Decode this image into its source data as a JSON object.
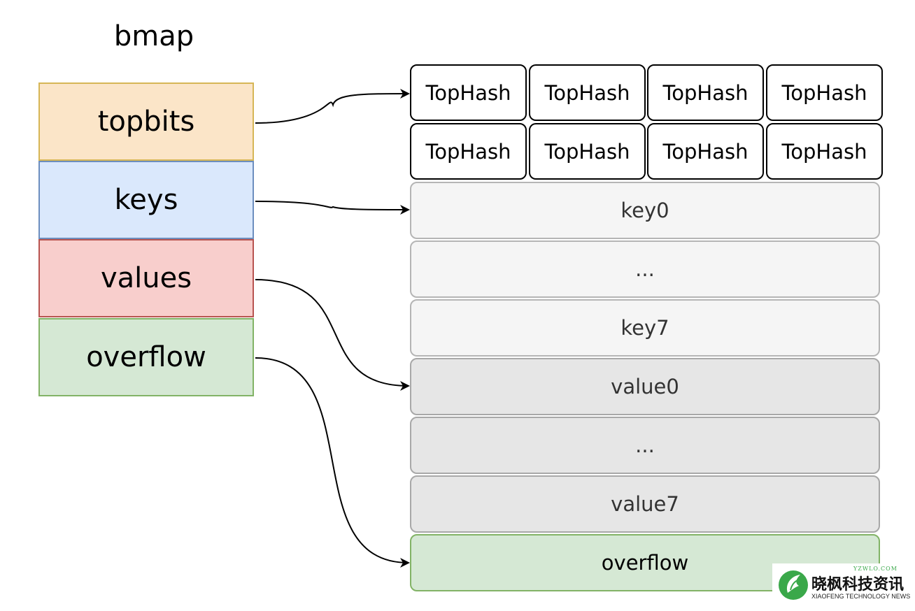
{
  "title": "bmap",
  "fields": {
    "topbits": "topbits",
    "keys": "keys",
    "values": "values",
    "overflow": "overflow"
  },
  "tophash": [
    "TopHash",
    "TopHash",
    "TopHash",
    "TopHash",
    "TopHash",
    "TopHash",
    "TopHash",
    "TopHash"
  ],
  "rows": {
    "key0": "key0",
    "key_ellipsis": "...",
    "key7": "key7",
    "value0": "value0",
    "value_ellipsis": "...",
    "value7": "value7",
    "overflow": "overflow"
  },
  "watermark": {
    "url": "YZWLO.COM",
    "name_cn": "晓枫科技资讯",
    "name_en": "XIAOFENG TECHNOLOGY NEWS",
    "brand_color": "#3aa84a"
  }
}
